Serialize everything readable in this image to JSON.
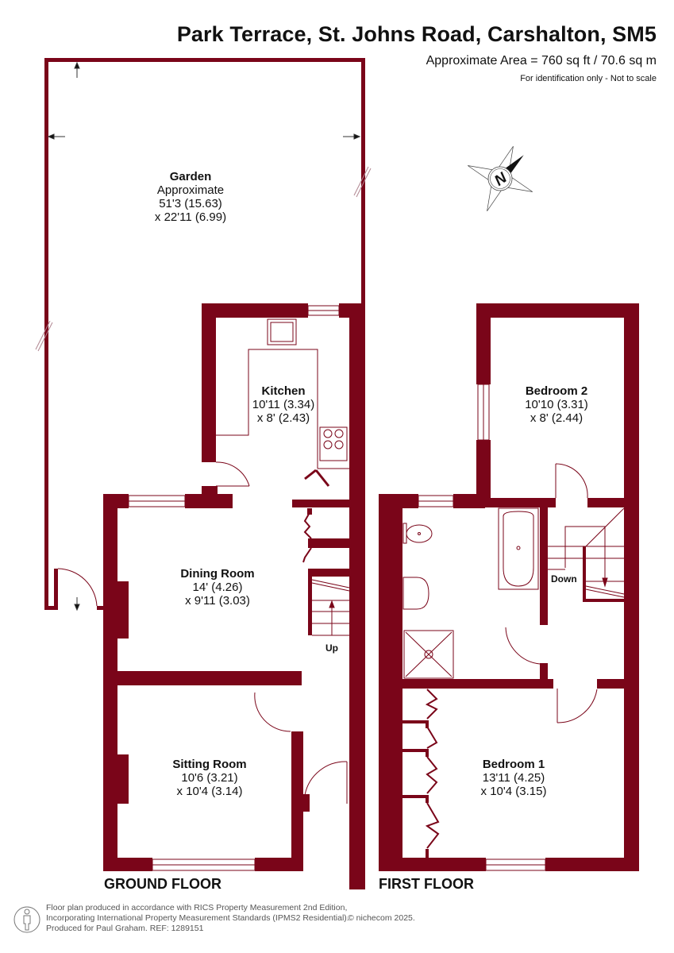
{
  "header": {
    "title": "Park Terrace, St. Johns Road, Carshalton, SM5",
    "area": "Approximate Area = 760 sq ft / 70.6 sq m",
    "note": "For identification only - Not to scale"
  },
  "colors": {
    "wall": "#7a0519",
    "fixture_line": "#7a0519",
    "text": "#111111"
  },
  "compass": {
    "label": "N",
    "icon": "compass-north-icon"
  },
  "ground_floor": {
    "label": "GROUND FLOOR",
    "rooms": [
      {
        "name": "Garden",
        "qualifier": "Approximate",
        "dim1": "51'3 (15.63)",
        "dim2": "x 22'11 (6.99)"
      },
      {
        "name": "Kitchen",
        "dim1": "10'11 (3.34)",
        "dim2": "x 8' (2.43)"
      },
      {
        "name": "Dining Room",
        "dim1": "14' (4.26)",
        "dim2": "x 9'11 (3.03)"
      },
      {
        "name": "Sitting Room",
        "dim1": "10'6 (3.21)",
        "dim2": "x 10'4 (3.14)"
      }
    ],
    "stairs_label": "Up"
  },
  "first_floor": {
    "label": "FIRST FLOOR",
    "rooms": [
      {
        "name": "Bedroom 2",
        "dim1": "10'10 (3.31)",
        "dim2": "x 8' (2.44)"
      },
      {
        "name": "Bedroom 1",
        "dim1": "13'11 (4.25)",
        "dim2": "x 10'4 (3.15)"
      }
    ],
    "stairs_label": "Down"
  },
  "footer": {
    "line1": "Floor plan produced in accordance with RICS Property Measurement 2nd Edition,",
    "line2": "Incorporating International Property Measurement Standards (IPMS2 Residential).",
    "line3": "Produced for Paul Graham.   REF: 1289151",
    "copyright": "© nichecom 2025.",
    "icon": "person-icon"
  }
}
